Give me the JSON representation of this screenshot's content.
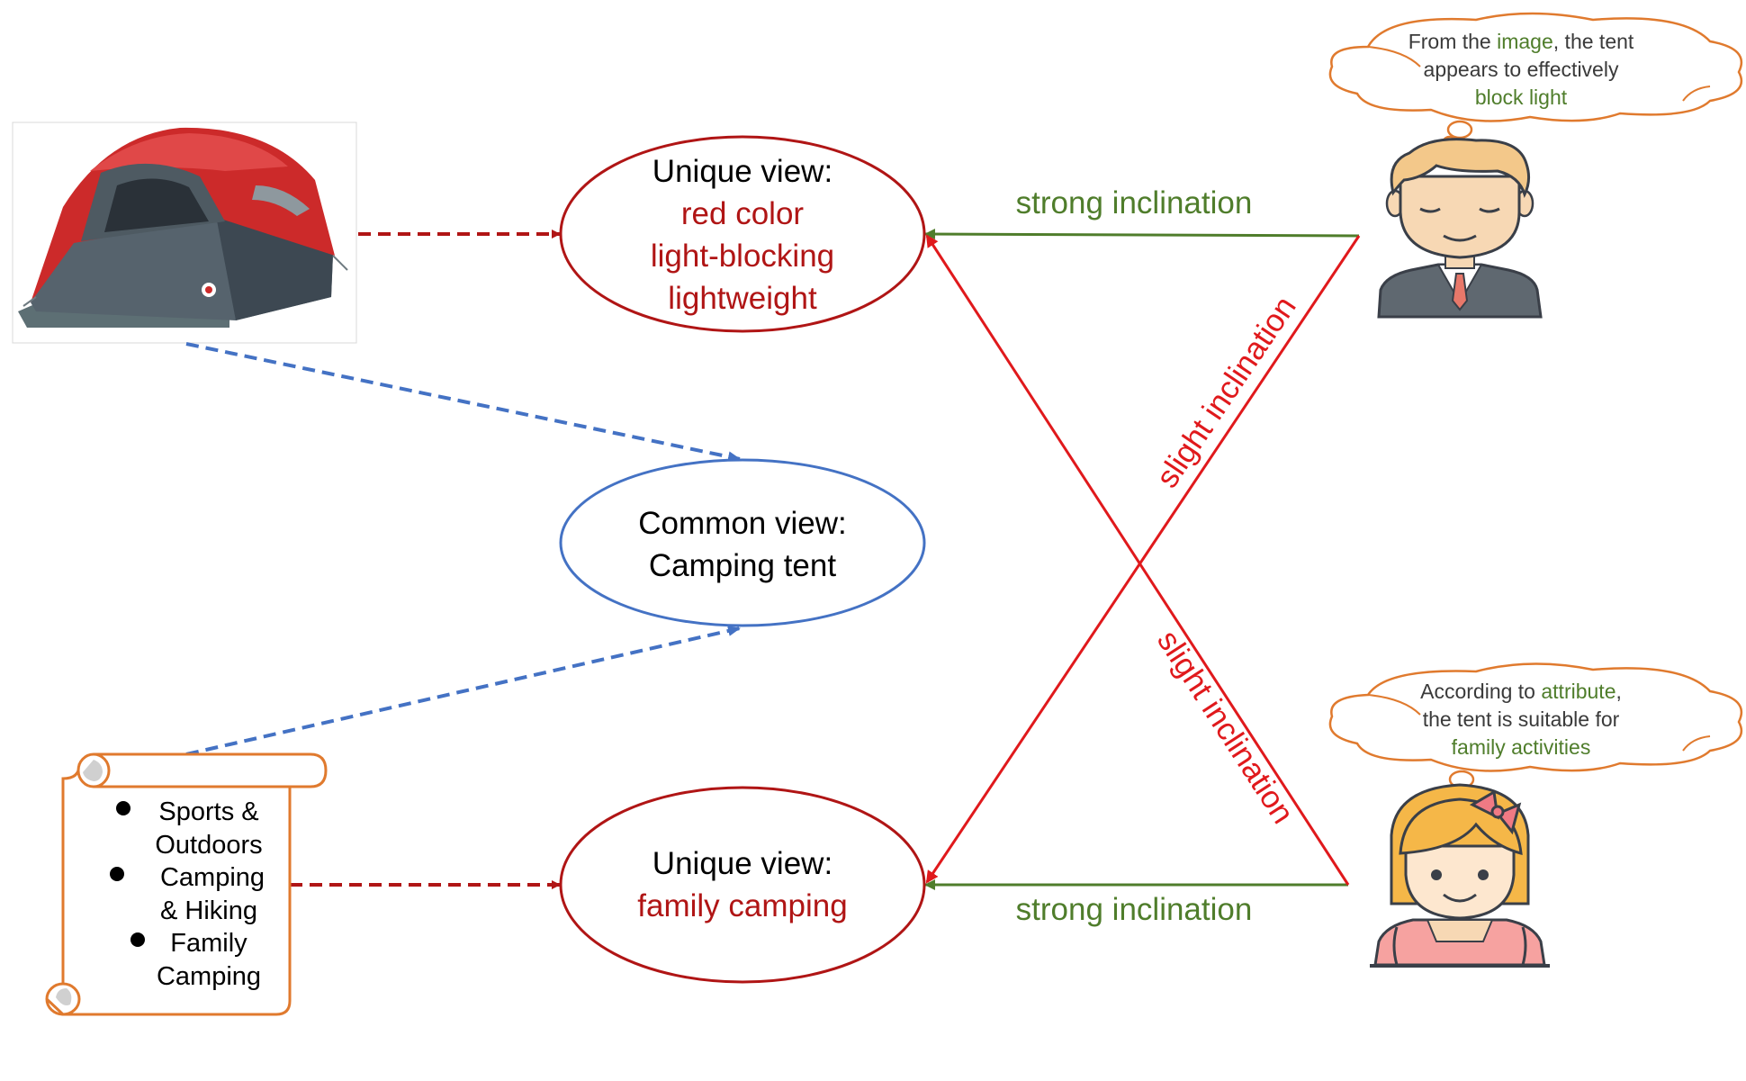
{
  "colors": {
    "dark_red": "#b01515",
    "red": "#e0191c",
    "green": "#4f7d2b",
    "blue": "#4472c4",
    "orange": "#e07a2e",
    "text": "#000000",
    "thought_text": "#3a3a3a"
  },
  "icons": {
    "tent_image": "tent-photo",
    "scroll": "scroll-icon",
    "man": "man-avatar-icon",
    "woman": "woman-avatar-icon"
  },
  "nodes": {
    "unique_top": {
      "line1": "Unique view:",
      "line2": "red color",
      "line3": "light-blocking",
      "line4": "lightweight"
    },
    "common": {
      "line1": "Common view:",
      "line2": "Camping tent"
    },
    "unique_bottom": {
      "line1": "Unique view:",
      "line2": "family camping"
    }
  },
  "edges": {
    "top_strong": "strong inclination",
    "bottom_strong": "strong inclination",
    "slight_up": "slight inclination",
    "slight_down": "slight inclination"
  },
  "attributes": {
    "item1_a": "Sports &",
    "item1_b": "Outdoors",
    "item2_a": "Camping",
    "item2_b": "& Hiking",
    "item3_a": "Family",
    "item3_b": "Camping"
  },
  "thoughts": {
    "man": {
      "l1_a": "From the ",
      "l1_b": "image",
      "l1_c": ", the tent",
      "l2": "appears to effectively",
      "l3": "block light"
    },
    "woman": {
      "l1_a": "According to ",
      "l1_b": "attribute",
      "l1_c": ",",
      "l2": "the tent is suitable for",
      "l3": "family activities"
    }
  }
}
